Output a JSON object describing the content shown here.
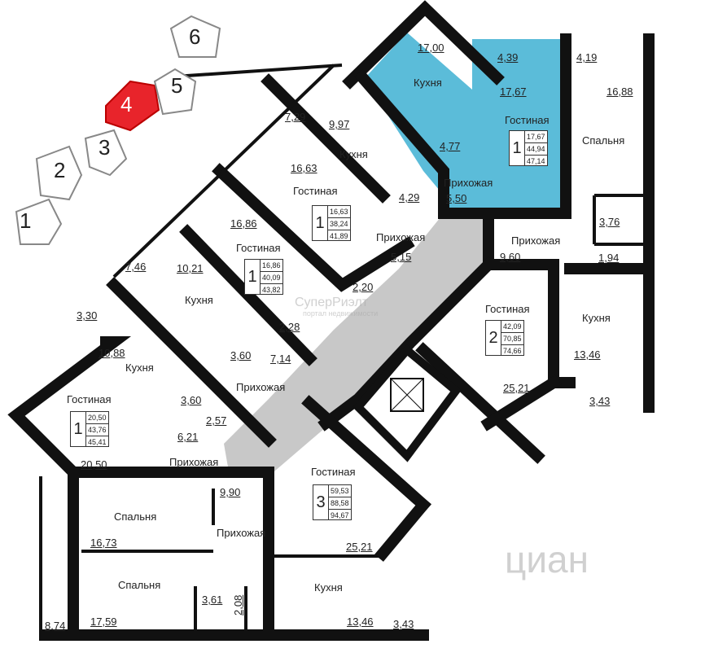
{
  "colors": {
    "highlight": "#5bbcd9",
    "selected_section": "#e8242b",
    "corridor": "#c8c8c8",
    "wall": "#111111"
  },
  "key_plan": {
    "sections": [
      "1",
      "2",
      "3",
      "4",
      "5",
      "6"
    ],
    "selected": "4"
  },
  "watermarks": {
    "brand": "СуперРиэлт",
    "tagline": "портал недвижимости",
    "cian": "циан"
  },
  "apt_top_right": {
    "kitchen": "Кухня",
    "kitchen_area": "17,00",
    "balcony": "4,39",
    "living_area": "17,67",
    "living": "Гостиная",
    "bath": "4,77",
    "hall": "Прихожая",
    "hall_area": "5,50",
    "rooms": "1",
    "areas": [
      "17,67",
      "44,94",
      "47,14"
    ]
  },
  "apt_right": {
    "balcony": "4,19",
    "bedroom_area": "16,88",
    "bedroom": "Спальня",
    "bath": "3,76",
    "hall": "Прихожая",
    "hall_area": "9,60",
    "wc": "1,94",
    "living": "Гостиная",
    "rooms": "2",
    "areas": [
      "42,09",
      "70,85",
      "74,66"
    ],
    "kitchen": "Кухня",
    "kitchen_area": "13,46",
    "living_area": "25,21",
    "balcony2": "3,43"
  },
  "apt_a": {
    "balcony": "9,97",
    "kitchen": "Кухня",
    "living_area": "16,63",
    "living": "Гостиная",
    "rooms": "1",
    "areas": [
      "16,63",
      "38,24",
      "41,89"
    ],
    "hall": "Прихожая",
    "bath": "4,29",
    "hall_area": "5,15",
    "kitchen_area": "2,20"
  },
  "apt_b": {
    "balcony": "7,29",
    "living_area": "16,86",
    "living": "Гостиная",
    "rooms": "1",
    "areas": [
      "16,86",
      "40,09",
      "43,82"
    ],
    "hall_area": "2,28"
  },
  "apt_c": {
    "balcony": "7,46",
    "kitchen_area": "10,21",
    "kitchen": "Кухня",
    "balcony2": "3,30",
    "bath": "3,60",
    "hall_area": "7,14",
    "hall": "Прихожая"
  },
  "apt_d": {
    "kitchen_area": "10,88",
    "kitchen": "Кухня",
    "living": "Гостиная",
    "rooms": "1",
    "areas": [
      "20,50",
      "43,76",
      "45,41"
    ],
    "bath": "3,60",
    "wc": "2,57",
    "hall_area": "6,21",
    "living_area": "20,50",
    "hall": "Прихожая"
  },
  "apt_3": {
    "living": "Гостиная",
    "rooms": "3",
    "areas": [
      "59,53",
      "88,58",
      "94,67"
    ],
    "hall_area": "9,90",
    "bedroom1": "Спальня",
    "hall": "Прихожая",
    "bedroom1_area": "16,73",
    "living_area": "25,21",
    "bedroom2": "Спальня",
    "bath": "3,61",
    "wc": "2,08",
    "kitchen": "Кухня",
    "balcony": "8,74",
    "bedroom2_area": "17,59",
    "kitchen_area": "13,46",
    "balcony2": "3,43"
  }
}
